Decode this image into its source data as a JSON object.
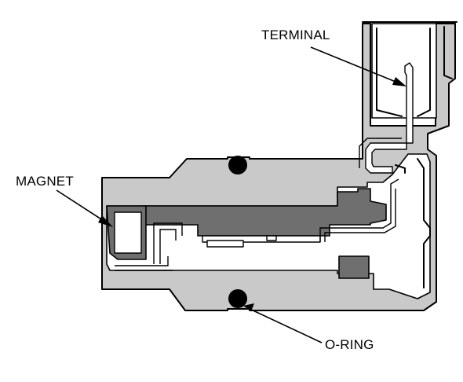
{
  "labels": {
    "terminal": "TERMINAL",
    "magnet": "MAGNET",
    "oring": "O-RING"
  },
  "colors": {
    "housing": "#c9c9c9",
    "core": "#6f6f6f",
    "background": "#ffffff",
    "ink": "#000000"
  }
}
